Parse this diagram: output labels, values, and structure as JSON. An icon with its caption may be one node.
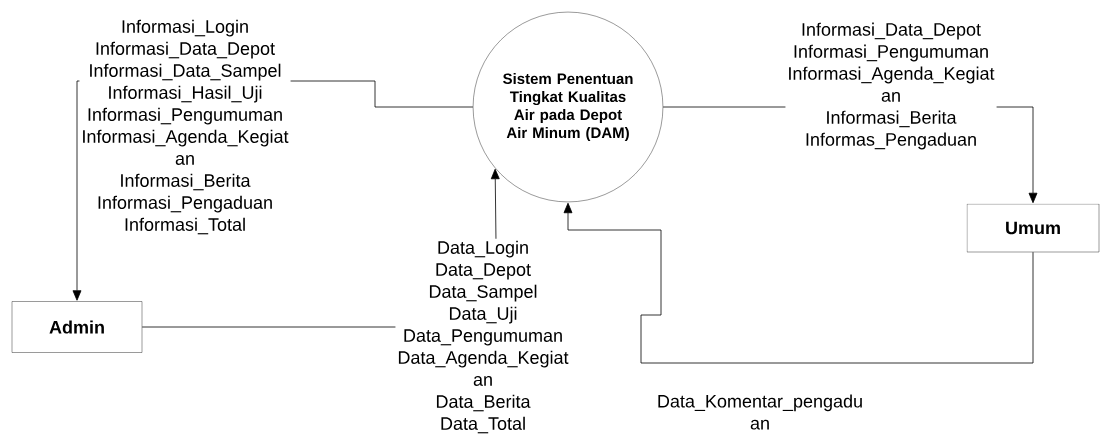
{
  "diagram": {
    "nodes": [
      {
        "text": [
          "Sistem Penentuan Tingkat Kualitas Air pada Depot Air Minum (DAM)"
        ]
      },
      {
        "text": [
          "Admin"
        ]
      },
      {
        "text": [
          "Umum"
        ]
      }
    ],
    "edges": [
      {
        "from": 0,
        "to": 1,
        "arrow": "to",
        "label": "Informasi_Login Informasi_Data_Depot Informasi_Data_Sampel Informasi_Hasil_Uji Informasi_Pengumuman Informasi_Agenda_Kegiat an Informasi_Berita Informasi_Pengaduan Informasi_Total"
      },
      {
        "from": 1,
        "to": 0,
        "arrow": "to",
        "label": "Data_Login Data_Depot Data_Sampel Data_Uji Data_Pengumuman Data_Agenda_Kegiat an Data_Berita Data_Total"
      },
      {
        "from": 0,
        "to": 2,
        "arrow": "to",
        "label": "Informasi_Data_Depot Informasi_Pengumuman Informasi_Agenda_Kegiat an Informasi_Berita Informas_Pengaduan"
      },
      {
        "from": 2,
        "to": 0,
        "arrow": "to",
        "label": "Data_Komentar_pengadu an"
      }
    ]
  }
}
